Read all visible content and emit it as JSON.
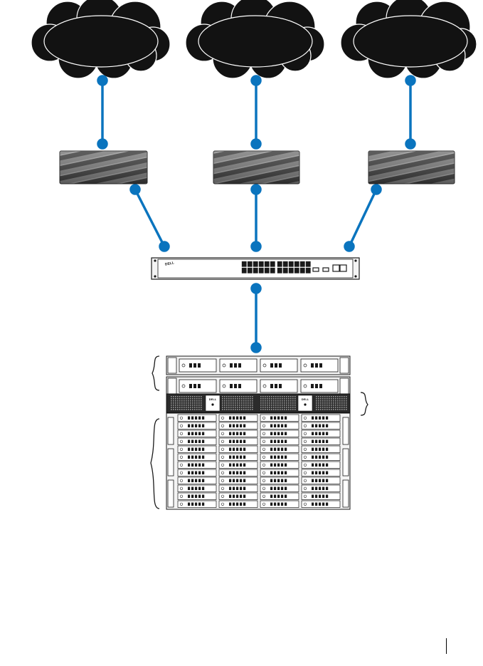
{
  "diagram": {
    "networks": [
      {
        "id": "network-cloud-left"
      },
      {
        "id": "network-cloud-middle"
      },
      {
        "id": "network-cloud-right"
      }
    ],
    "routers": [
      {
        "id": "router-left"
      },
      {
        "id": "router-middle"
      },
      {
        "id": "router-right"
      }
    ],
    "switch": {
      "brand": "DELL"
    },
    "storage_units": [
      {
        "brand": "DELL"
      },
      {
        "brand": "DELL"
      }
    ],
    "colors": {
      "link": "#0a74be",
      "cloud": "#121212",
      "router_dark": "#3c3c3c",
      "router_light": "#7c7c7c",
      "device_outline": "#1a1a1a"
    }
  }
}
